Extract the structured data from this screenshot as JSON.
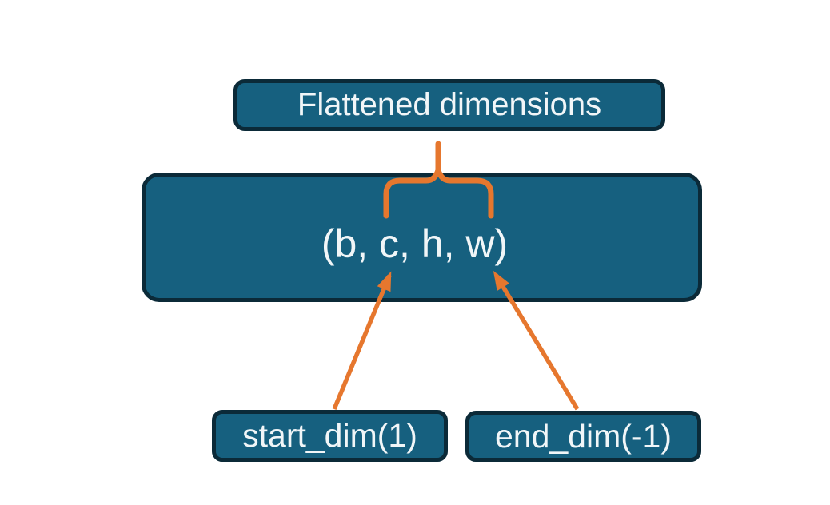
{
  "colors": {
    "bg": "#ffffff",
    "node_fill": "#16607f",
    "node_border": "#0b2a38",
    "accent": "#e6772e",
    "node_text": "#f1f6f8"
  },
  "nodes": {
    "flattened": {
      "label": "Flattened dimensions"
    },
    "tensor": {
      "label": "(b, c, h, w)"
    },
    "start_dim": {
      "label": "start_dim(1)"
    },
    "end_dim": {
      "label": "end_dim(-1)"
    }
  }
}
